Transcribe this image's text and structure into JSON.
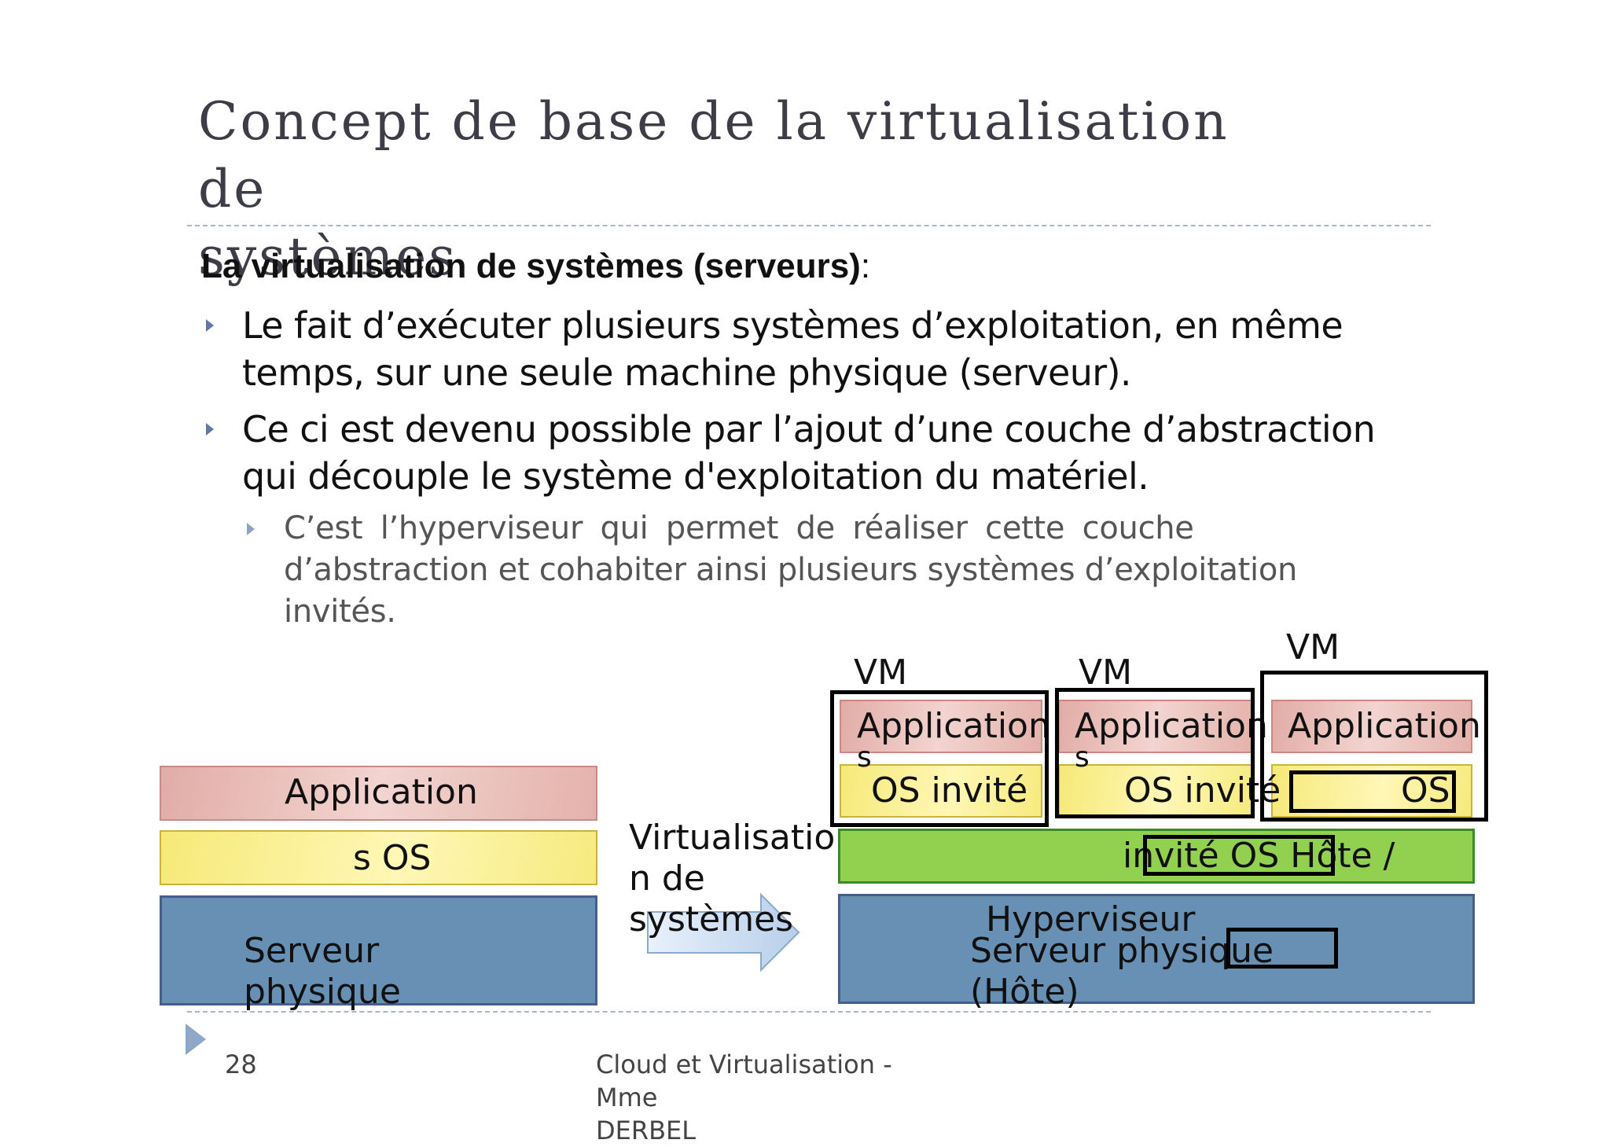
{
  "slide": {
    "title_line1": "Concept de base de la virtualisation de",
    "title_line2": "systèmes",
    "heading_bold": "La virtualisation de systèmes (serveurs)",
    "heading_colon": ":",
    "bullets": [
      {
        "line1": "Le fait d’exécuter plusieurs systèmes d’exploitation, en même",
        "line2": "temps, sur une seule machine physique (serveur)."
      },
      {
        "line1": "Ce ci est devenu possible par l’ajout d’une couche d’abstraction",
        "line2": "qui découple le système d'exploitation du matériel."
      }
    ],
    "sub_bullet": {
      "line1": "C’est l’hyperviseur qui permet de réaliser cette couche",
      "line2": "d’abstraction et cohabiter ainsi plusieurs systèmes d’exploitation",
      "line3": "invités."
    }
  },
  "diagram": {
    "left": {
      "app_label": "Application",
      "os_label": "s OS",
      "hw_line1": "Serveur",
      "hw_line2": "physique"
    },
    "arrow": {
      "line1": "Virtualisatio",
      "line2": "n de",
      "line3": "systèmes"
    },
    "right": {
      "vm_labels": [
        "VM",
        "VM",
        "VM"
      ],
      "app_line1": "Application",
      "app_line2": "s",
      "guest_os_1": "OS invité",
      "guest_os_2": "OS invité",
      "guest_os_3": "OS",
      "host_layer": "invité OS Hôte /",
      "hypervisor": "Hyperviseur",
      "server_line1": "Serveur physique",
      "server_line2": "(Hôte)"
    },
    "colors": {
      "application": "#e6b4ae",
      "os": "#fdf19a",
      "hardware": "#6790b4",
      "host_os": "#92d050"
    }
  },
  "footer": {
    "page_number": "28",
    "line1": "Cloud et Virtualisation - Mme",
    "line2": "DERBEL"
  }
}
